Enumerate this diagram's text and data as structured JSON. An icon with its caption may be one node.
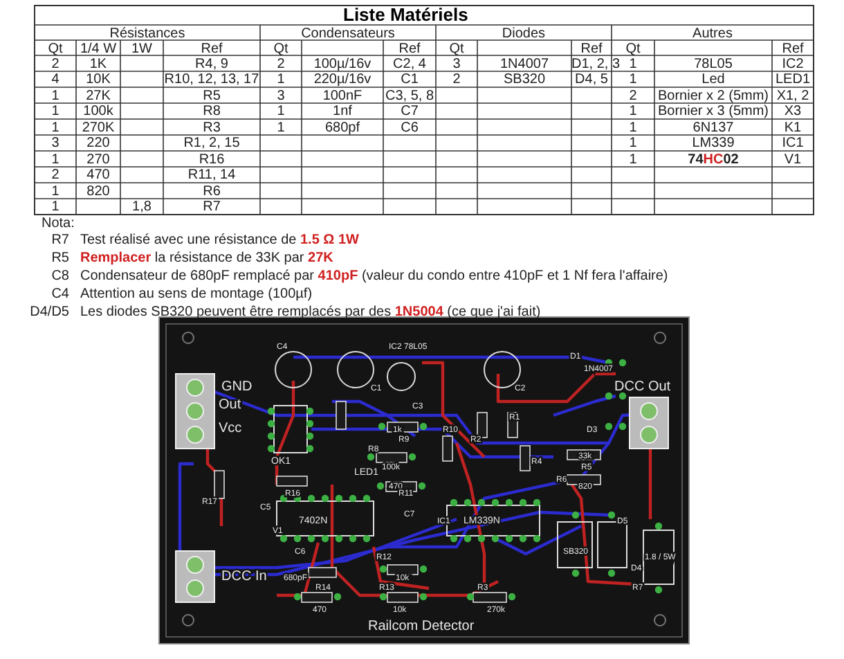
{
  "diagram": {
    "title": "Liste Matériels",
    "labels": [
      "Résistances",
      "Condensateurs",
      "Diodes",
      "Autres",
      "Qt",
      "1/4 W",
      "1W",
      "Ref",
      "Qt",
      "Ref",
      "Qt",
      "Ref",
      "Qt",
      "Ref",
      "2",
      "1K",
      "R4, 9",
      "2",
      "100µ/16v",
      "C2, 4",
      "3",
      "1N4007",
      "D1, 2, 3",
      "1",
      "78L05",
      "IC2",
      "4",
      "10K",
      "R10, 12, 13, 17",
      "1",
      "220µ/16v",
      "C1",
      "2",
      "SB320",
      "D4, 5",
      "1",
      "Led",
      "LED1",
      "1",
      "27K",
      "R5",
      "3",
      "100nF",
      "C3, 5, 8",
      "2",
      "Bornier x 2 (5mm)",
      "X1, 2",
      "1",
      "100k",
      "R8",
      "1",
      "1nf",
      "C7",
      "1",
      "Bornier x 3 (5mm)",
      "X3",
      "1",
      "270K",
      "R3",
      "1",
      "680pf",
      "C6",
      "1",
      "6N137",
      "K1",
      "3",
      "220",
      "R1, 2, 15",
      "1",
      "LM339",
      "IC1",
      "1",
      "270",
      "R16",
      "1",
      "74**HC**02",
      "V1",
      "2",
      "470",
      "R11, 14",
      "1",
      "820",
      "R6",
      "1",
      "1,8",
      "R7",
      "Nota:",
      "R7",
      "Test réalisé avec une résistance de **1.5 Ω 1W**",
      "R5",
      "**Remplacer** la résistance de 33K  par **27K**",
      "C8",
      "Condensateur de 680pF remplacé par **410pF** (valeur du condo  entre 410pF et 1 Nf fera l'affaire)",
      "C4",
      "Attention au sens de montage (100µf)",
      "D4/D5",
      "Les diodes SB320 peuvent être remplacés par des **1N5004** (ce que j'ai fait)",
      "C4",
      "IC2",
      "78L05",
      "D1",
      "1N4007",
      "GND",
      "C1",
      "C2",
      "DCC Out",
      "Out",
      "C3",
      "R1",
      "Vcc",
      "1k",
      "R10",
      "D3",
      "R9",
      "R2",
      "R8",
      "33k",
      "OK1",
      "R4",
      "100k",
      "R5",
      "LED1",
      "R6",
      "470",
      "820",
      "R16",
      "R11",
      "R17",
      "C5",
      "C7",
      "7402N",
      "IC1",
      "LM339N",
      "D5",
      "V1",
      "C6",
      "SB320",
      "R12",
      "1.8 / 5W",
      "D4",
      "DCC In",
      "680pF",
      "10k",
      "R14",
      "R13",
      "R3",
      "R7",
      "470",
      "10k",
      "270k",
      "Railcom Detector"
    ]
  }
}
